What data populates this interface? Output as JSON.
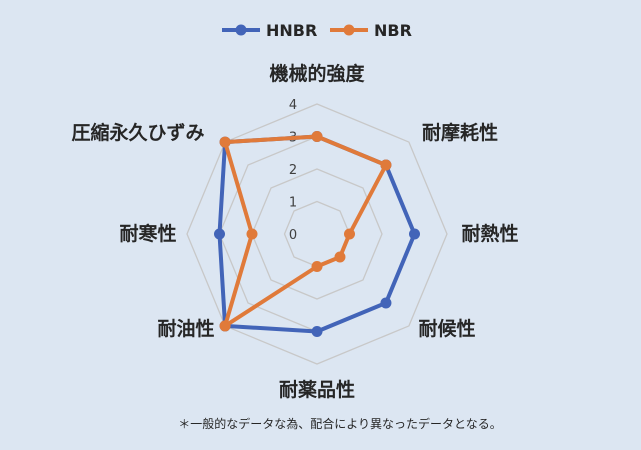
{
  "chart_data": {
    "type": "radar",
    "categories": [
      "機械的強度",
      "耐摩耗性",
      "耐熱性",
      "耐候性",
      "耐薬品性",
      "耐油性",
      "耐寒性",
      "圧縮永久ひずみ"
    ],
    "series": [
      {
        "name": "HNBR",
        "values": [
          3,
          3,
          3,
          3,
          3,
          4,
          3,
          4
        ],
        "color": "#4264b8"
      },
      {
        "name": "NBR",
        "values": [
          3,
          3,
          1,
          1,
          1,
          4,
          2,
          4
        ],
        "color": "#e07a3a"
      }
    ],
    "rlim": [
      0,
      4
    ],
    "ticks": [
      0,
      1,
      2,
      3,
      4
    ],
    "grid": true,
    "grid_color": "#c8c8c8",
    "legend": {
      "position": "top"
    }
  },
  "footnote": "＊一般的なデータな為、配合により異なったデータとなる。"
}
